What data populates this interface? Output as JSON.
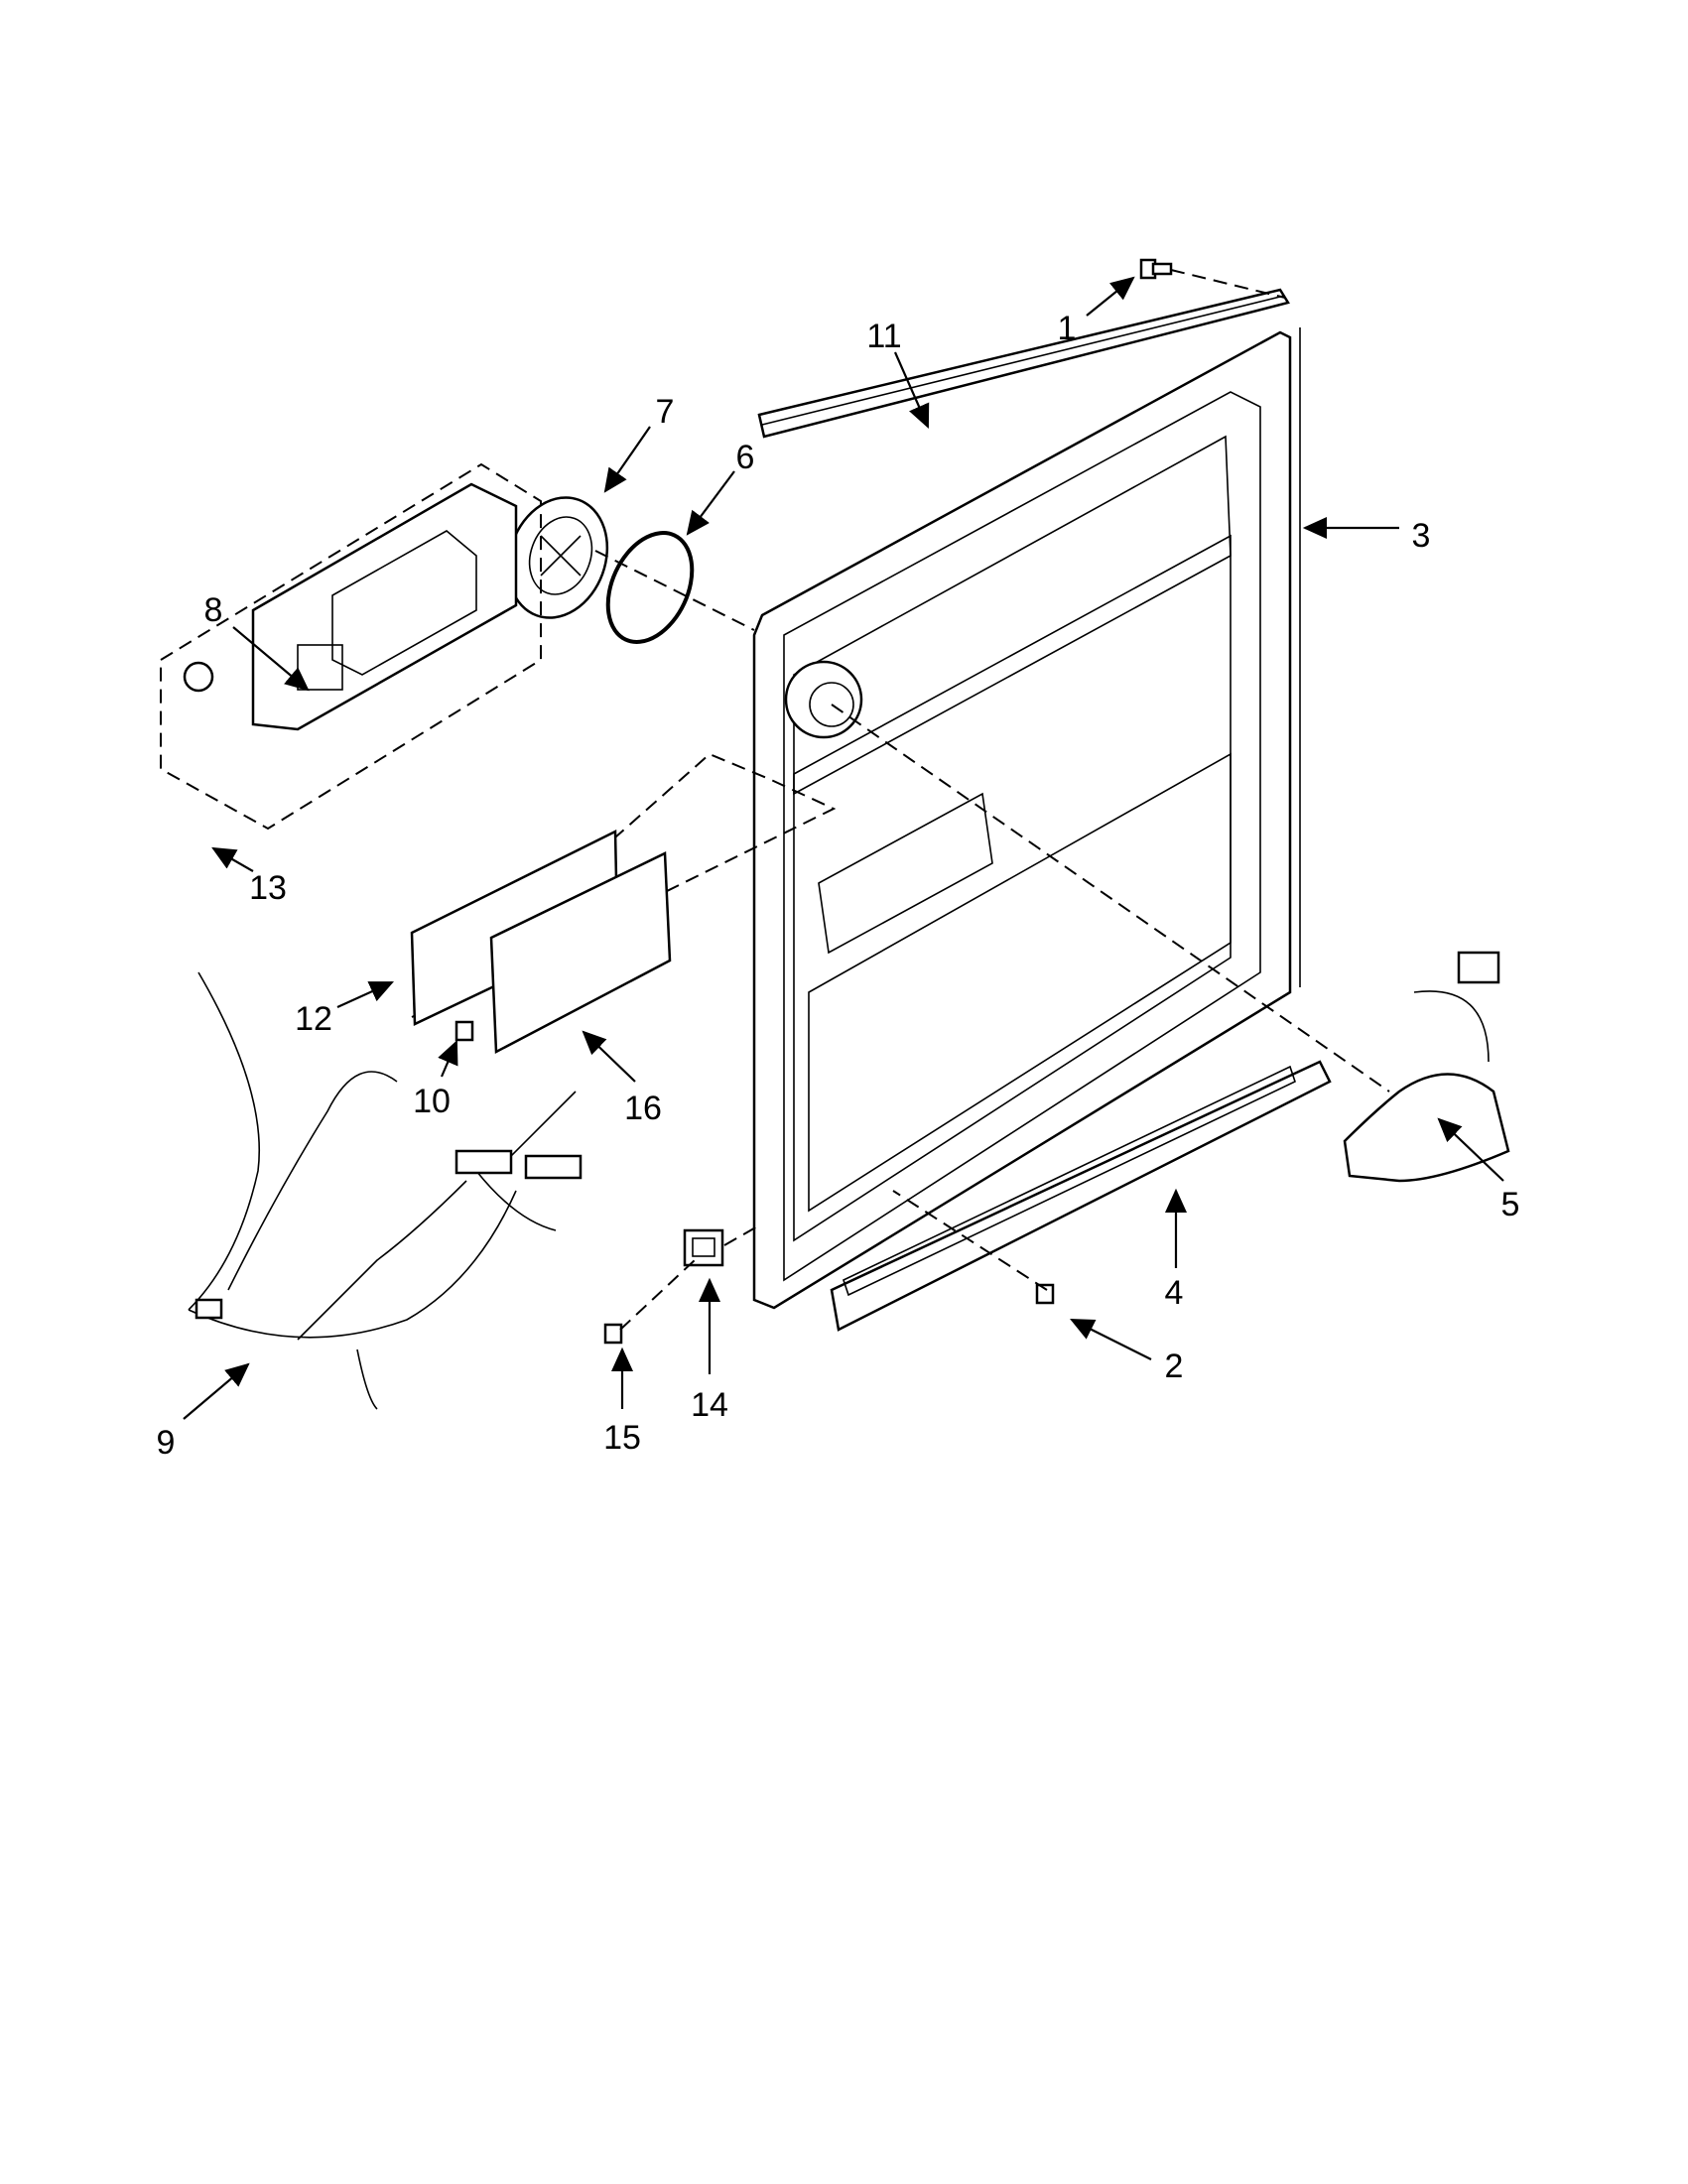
{
  "diagram": {
    "type": "exploded-parts-diagram",
    "part_labels": {
      "p1": "1",
      "p2": "2",
      "p3": "3",
      "p4": "4",
      "p5": "5",
      "p6": "6",
      "p7": "7",
      "p8": "8",
      "p9": "9",
      "p10": "10",
      "p11": "11",
      "p12": "12",
      "p13": "13",
      "p14": "14",
      "p15": "15",
      "p16": "16"
    }
  }
}
